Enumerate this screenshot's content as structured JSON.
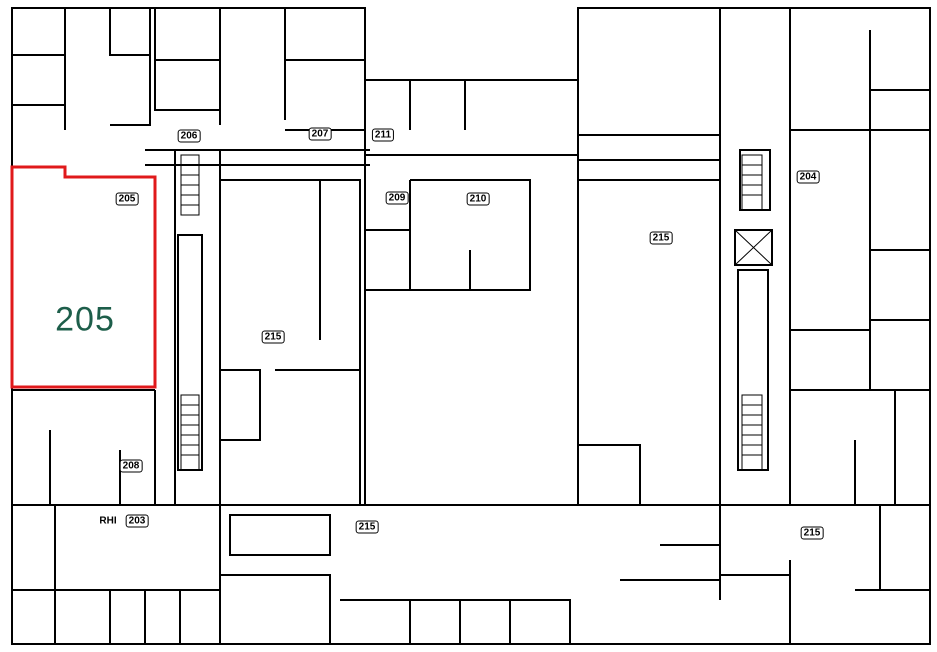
{
  "floor_plan": {
    "highlight": {
      "room": "205",
      "color": "#e0191b",
      "label_color": "#1d5e4a"
    },
    "rooms": [
      {
        "id": "r206",
        "label": "206"
      },
      {
        "id": "r207",
        "label": "207"
      },
      {
        "id": "r211",
        "label": "211"
      },
      {
        "id": "r205s",
        "label": "205"
      },
      {
        "id": "r209",
        "label": "209"
      },
      {
        "id": "r210",
        "label": "210"
      },
      {
        "id": "r215a",
        "label": "215"
      },
      {
        "id": "r204",
        "label": "204"
      },
      {
        "id": "r215b",
        "label": "215"
      },
      {
        "id": "r208",
        "label": "208"
      },
      {
        "id": "r203",
        "label": "203"
      },
      {
        "id": "r215c",
        "label": "215"
      },
      {
        "id": "r215d",
        "label": "215"
      }
    ],
    "rhi_label": "RHI",
    "highlight_label": "205"
  }
}
